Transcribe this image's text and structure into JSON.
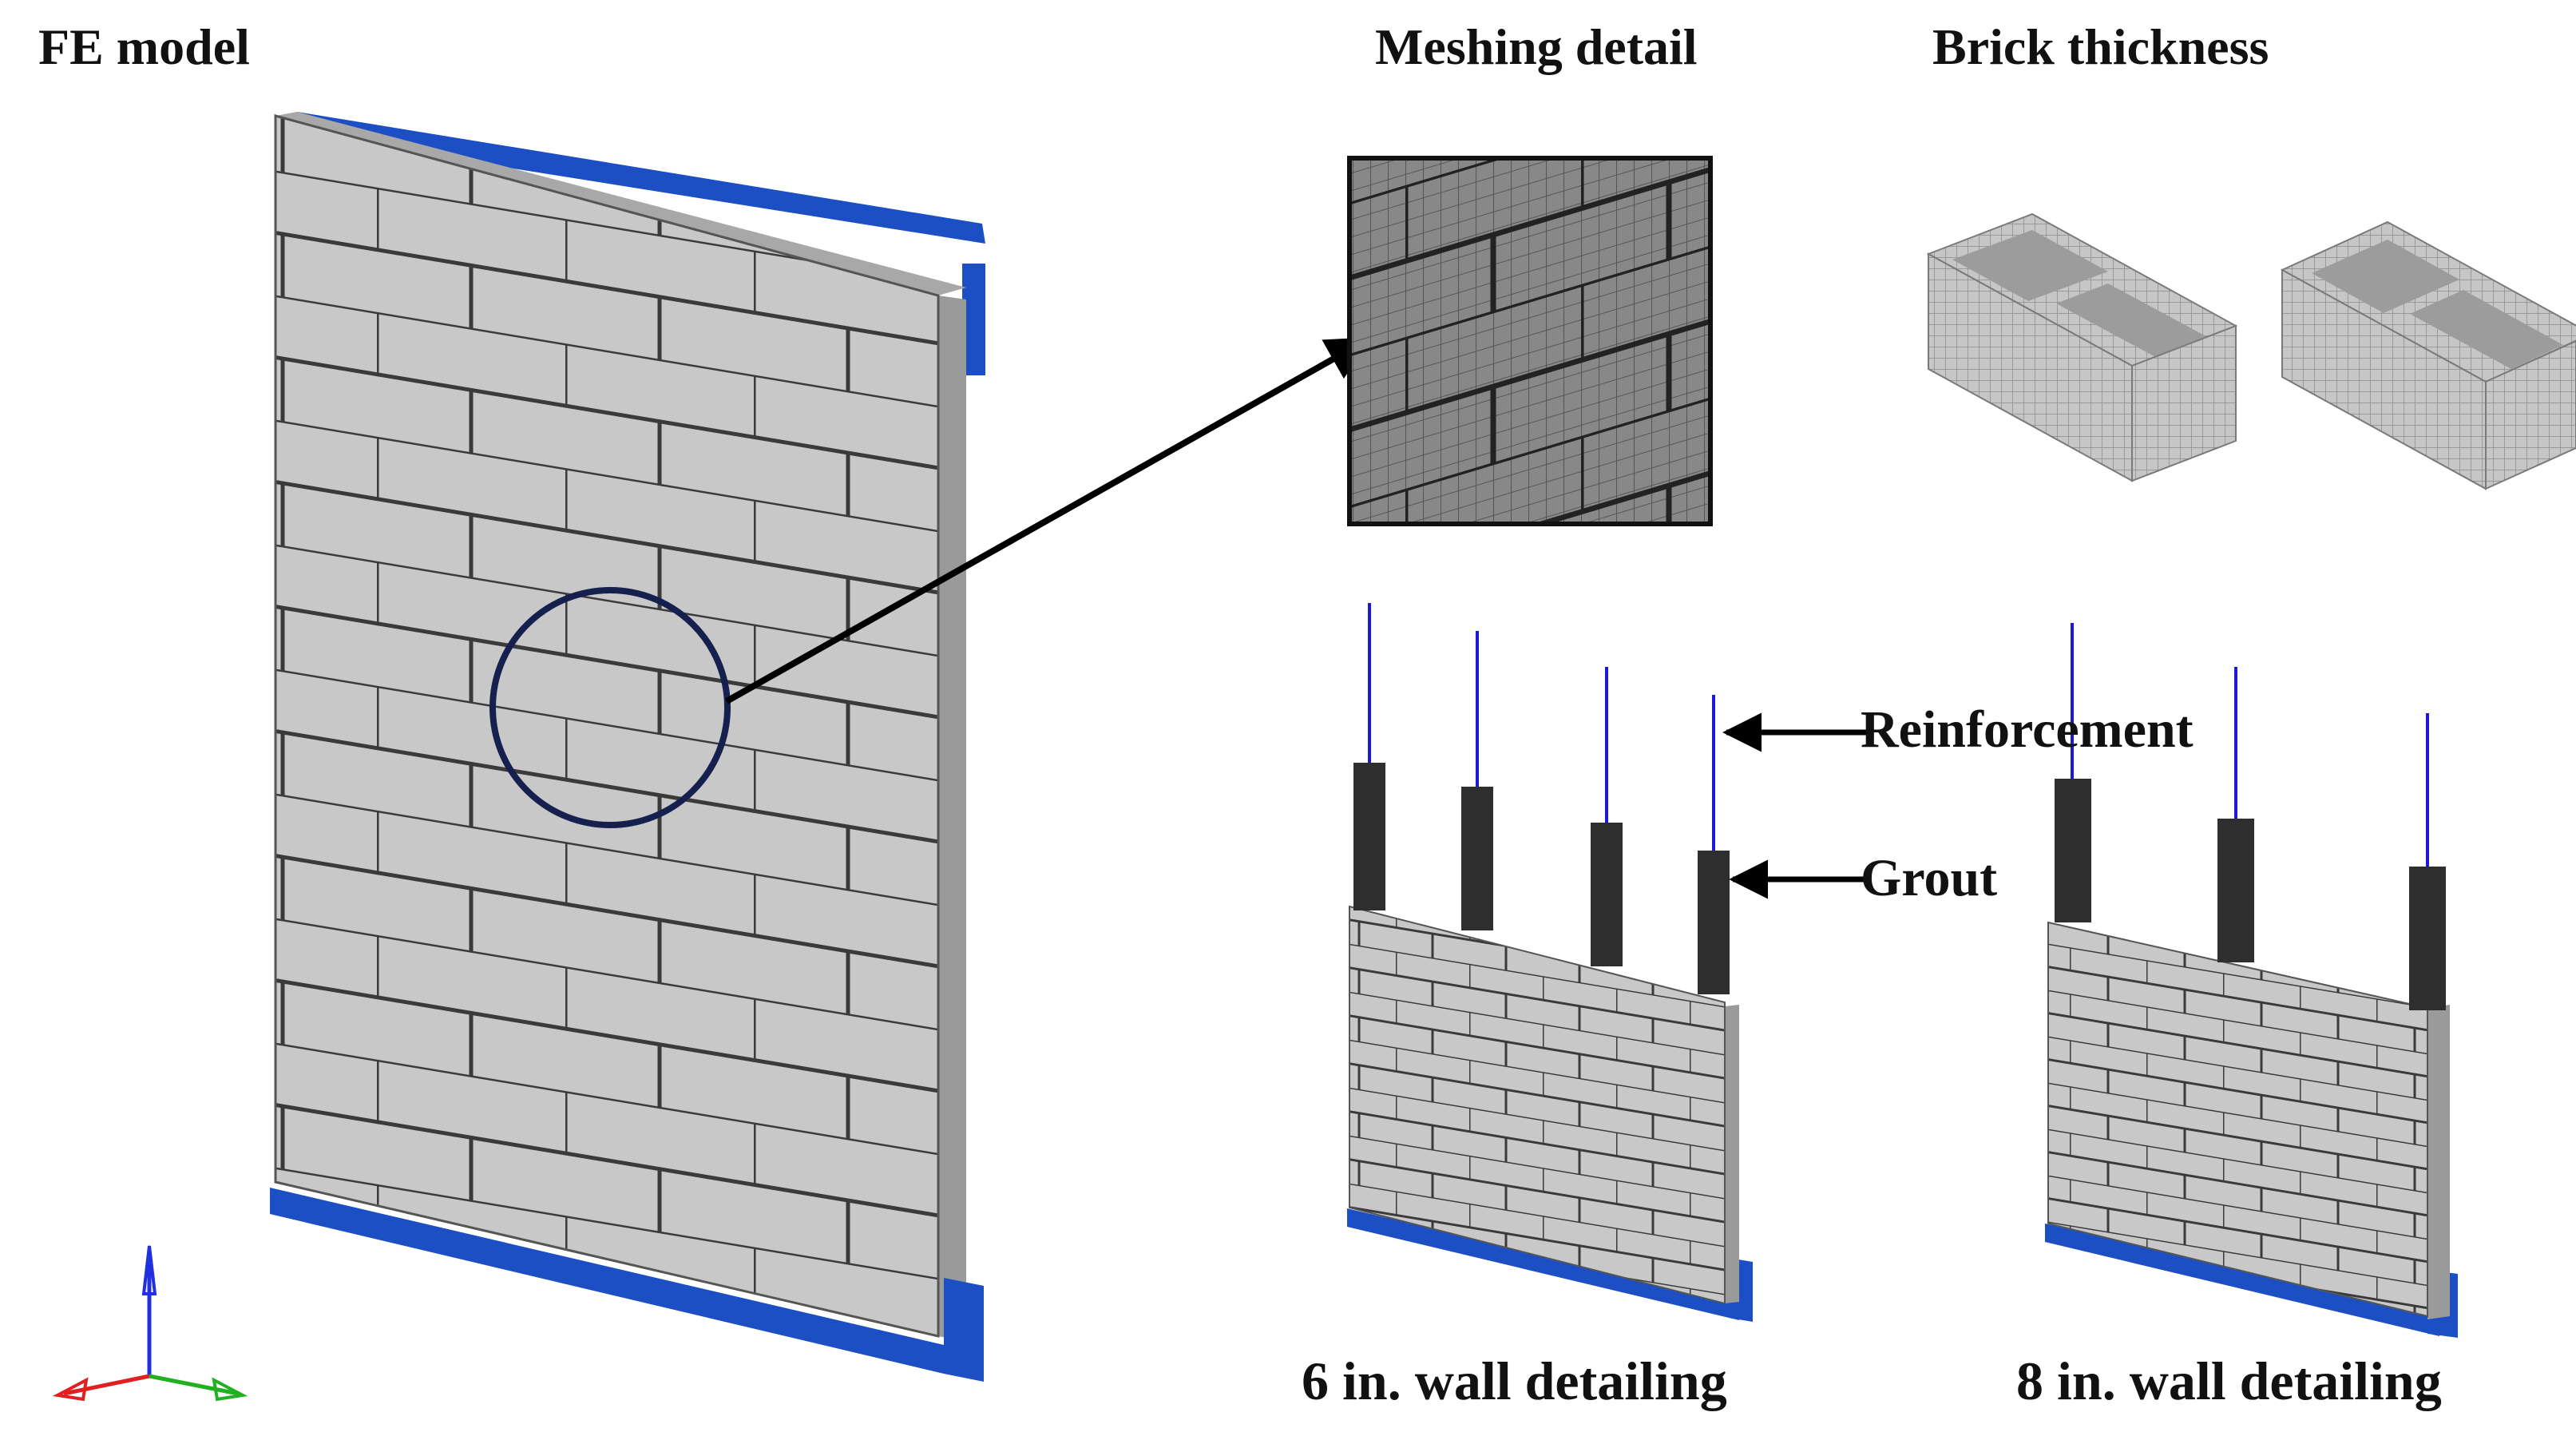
{
  "headings": {
    "fe_model": "FE model",
    "meshing_detail": "Meshing detail",
    "brick_thickness": "Brick thickness"
  },
  "callouts": {
    "reinforcement": "Reinforcement",
    "grout": "Grout"
  },
  "captions": {
    "wall_6in": "6 in. wall detailing",
    "wall_8in": "8 in. wall detailing"
  },
  "colors": {
    "brick_face": "#c8c8c8",
    "brick_joint": "#3a3a3a",
    "support": "#1c4fc4",
    "rebar": "#1a1ad8",
    "grout": "#2e2e2e",
    "highlight_circle": "#15204f",
    "axis_x": "#e02020",
    "axis_y": "#20b020",
    "axis_z": "#2030e0"
  },
  "icons": [
    "axis-triad-icon",
    "arrow-icon"
  ]
}
